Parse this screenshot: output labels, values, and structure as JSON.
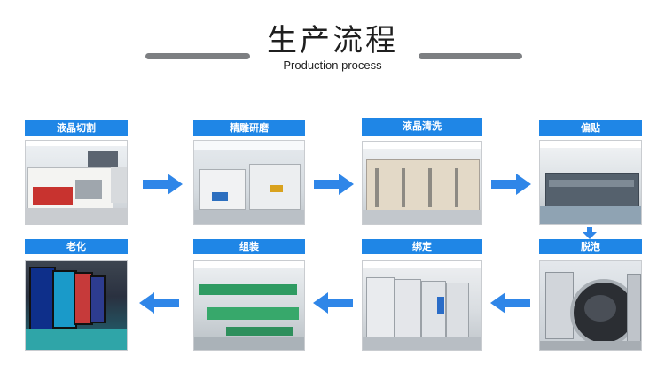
{
  "header": {
    "title": "生产流程",
    "subtitle": "Production process"
  },
  "steps": [
    {
      "label": "液晶切割",
      "photo": "glass-cutting-machine-photo"
    },
    {
      "label": "精雕研磨",
      "photo": "grinding-machine-photo"
    },
    {
      "label": "液晶清洗",
      "photo": "cleaning-line-photo"
    },
    {
      "label": "偏贴",
      "photo": "polarizer-lamination-line-photo"
    },
    {
      "label": "脱泡",
      "photo": "autoclave-photo"
    },
    {
      "label": "绑定",
      "photo": "bonding-machines-photo"
    },
    {
      "label": "组装",
      "photo": "assembly-line-photo"
    },
    {
      "label": "老化",
      "photo": "aging-test-photo"
    }
  ],
  "colors": {
    "label_bg": "#1f86e6",
    "arrow": "#2f86e8",
    "rule": "#7d7f82"
  },
  "icons": [
    "arrow-right-icon",
    "arrow-down-icon",
    "arrow-left-icon"
  ]
}
